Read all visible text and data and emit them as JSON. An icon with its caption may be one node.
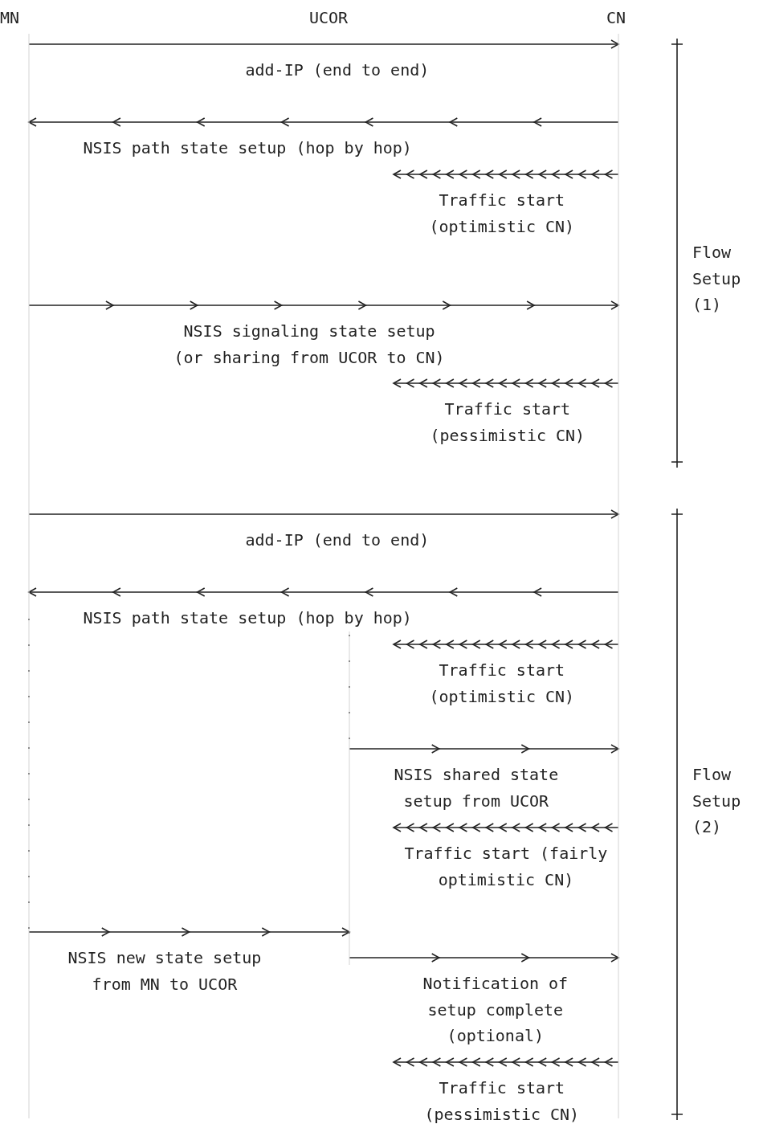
{
  "diagram": {
    "nodes": [
      {
        "text": [
          "MN"
        ]
      },
      {
        "text": [
          "UCOR"
        ]
      },
      {
        "text": [
          "CN"
        ]
      }
    ],
    "edges": [
      {
        "from": 0,
        "to": 2,
        "arrow": "to",
        "label": "add-IP (end to end)"
      },
      {
        "from": 2,
        "to": 0,
        "arrow": "to",
        "label": "NSIS path state setup (hop by hop)"
      },
      {
        "from": 2,
        "to": null,
        "arrow": "to",
        "label": "Traffic start (optimistic CN)"
      },
      {
        "from": 0,
        "to": 2,
        "arrow": "to",
        "label": "NSIS signaling state setup (or sharing from UCOR to CN)"
      },
      {
        "from": 2,
        "to": null,
        "arrow": "to",
        "label": "Traffic start (pessimistic CN)"
      },
      {
        "from": 0,
        "to": 2,
        "arrow": "to",
        "label": "add-IP (end to end)"
      },
      {
        "from": 2,
        "to": 0,
        "arrow": "to",
        "label": "NSIS path state setup (hop by hop)"
      },
      {
        "from": 2,
        "to": null,
        "arrow": "to",
        "label": "Traffic start (optimistic CN)"
      },
      {
        "from": 1,
        "to": 2,
        "arrow": "to",
        "label": "NSIS shared state setup from UCOR"
      },
      {
        "from": 2,
        "to": null,
        "arrow": "to",
        "label": "Traffic start (fairly optimistic CN)"
      },
      {
        "from": 0,
        "to": 1,
        "arrow": "to",
        "label": "NSIS new state setup from MN to UCOR"
      },
      {
        "from": 1,
        "to": 2,
        "arrow": "to",
        "label": "Notification of setup complete (optional)"
      },
      {
        "from": 2,
        "to": null,
        "arrow": "to",
        "label": "Traffic start (pessimistic CN)"
      }
    ],
    "labels": [
      "Flow Setup (1)",
      "Flow Setup (2)"
    ]
  }
}
